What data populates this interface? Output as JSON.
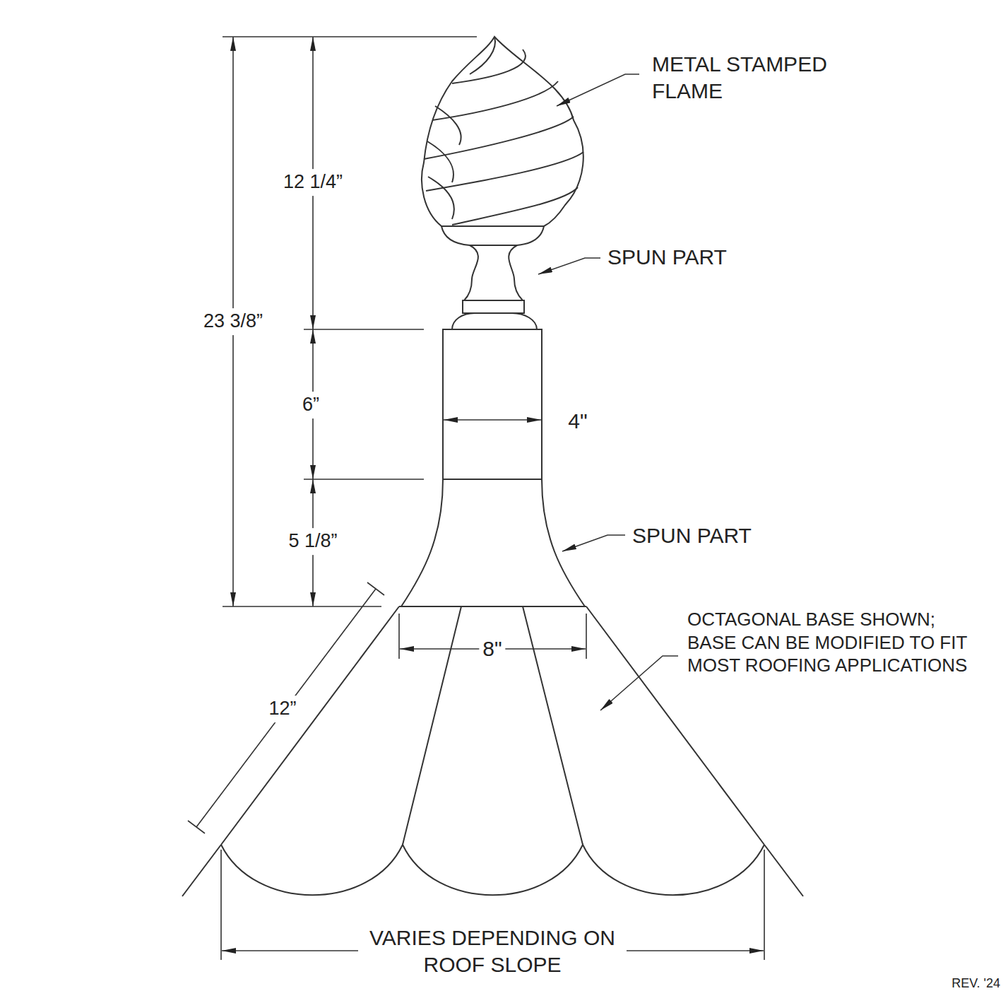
{
  "diagram": {
    "labels": [
      "METAL STAMPED FLAME",
      "12 1/4”",
      "SPUN PART",
      "23 3/8”",
      "6”",
      "4\"",
      "5 1/8”",
      "SPUN PART",
      "OCTAGONAL BASE SHOWN; BASE CAN BE MODIFIED TO FIT MOST ROOFING APPLICATIONS",
      "8\"",
      "12”",
      "VARIES DEPENDING ON ROOF SLOPE",
      "REV. '24"
    ]
  }
}
